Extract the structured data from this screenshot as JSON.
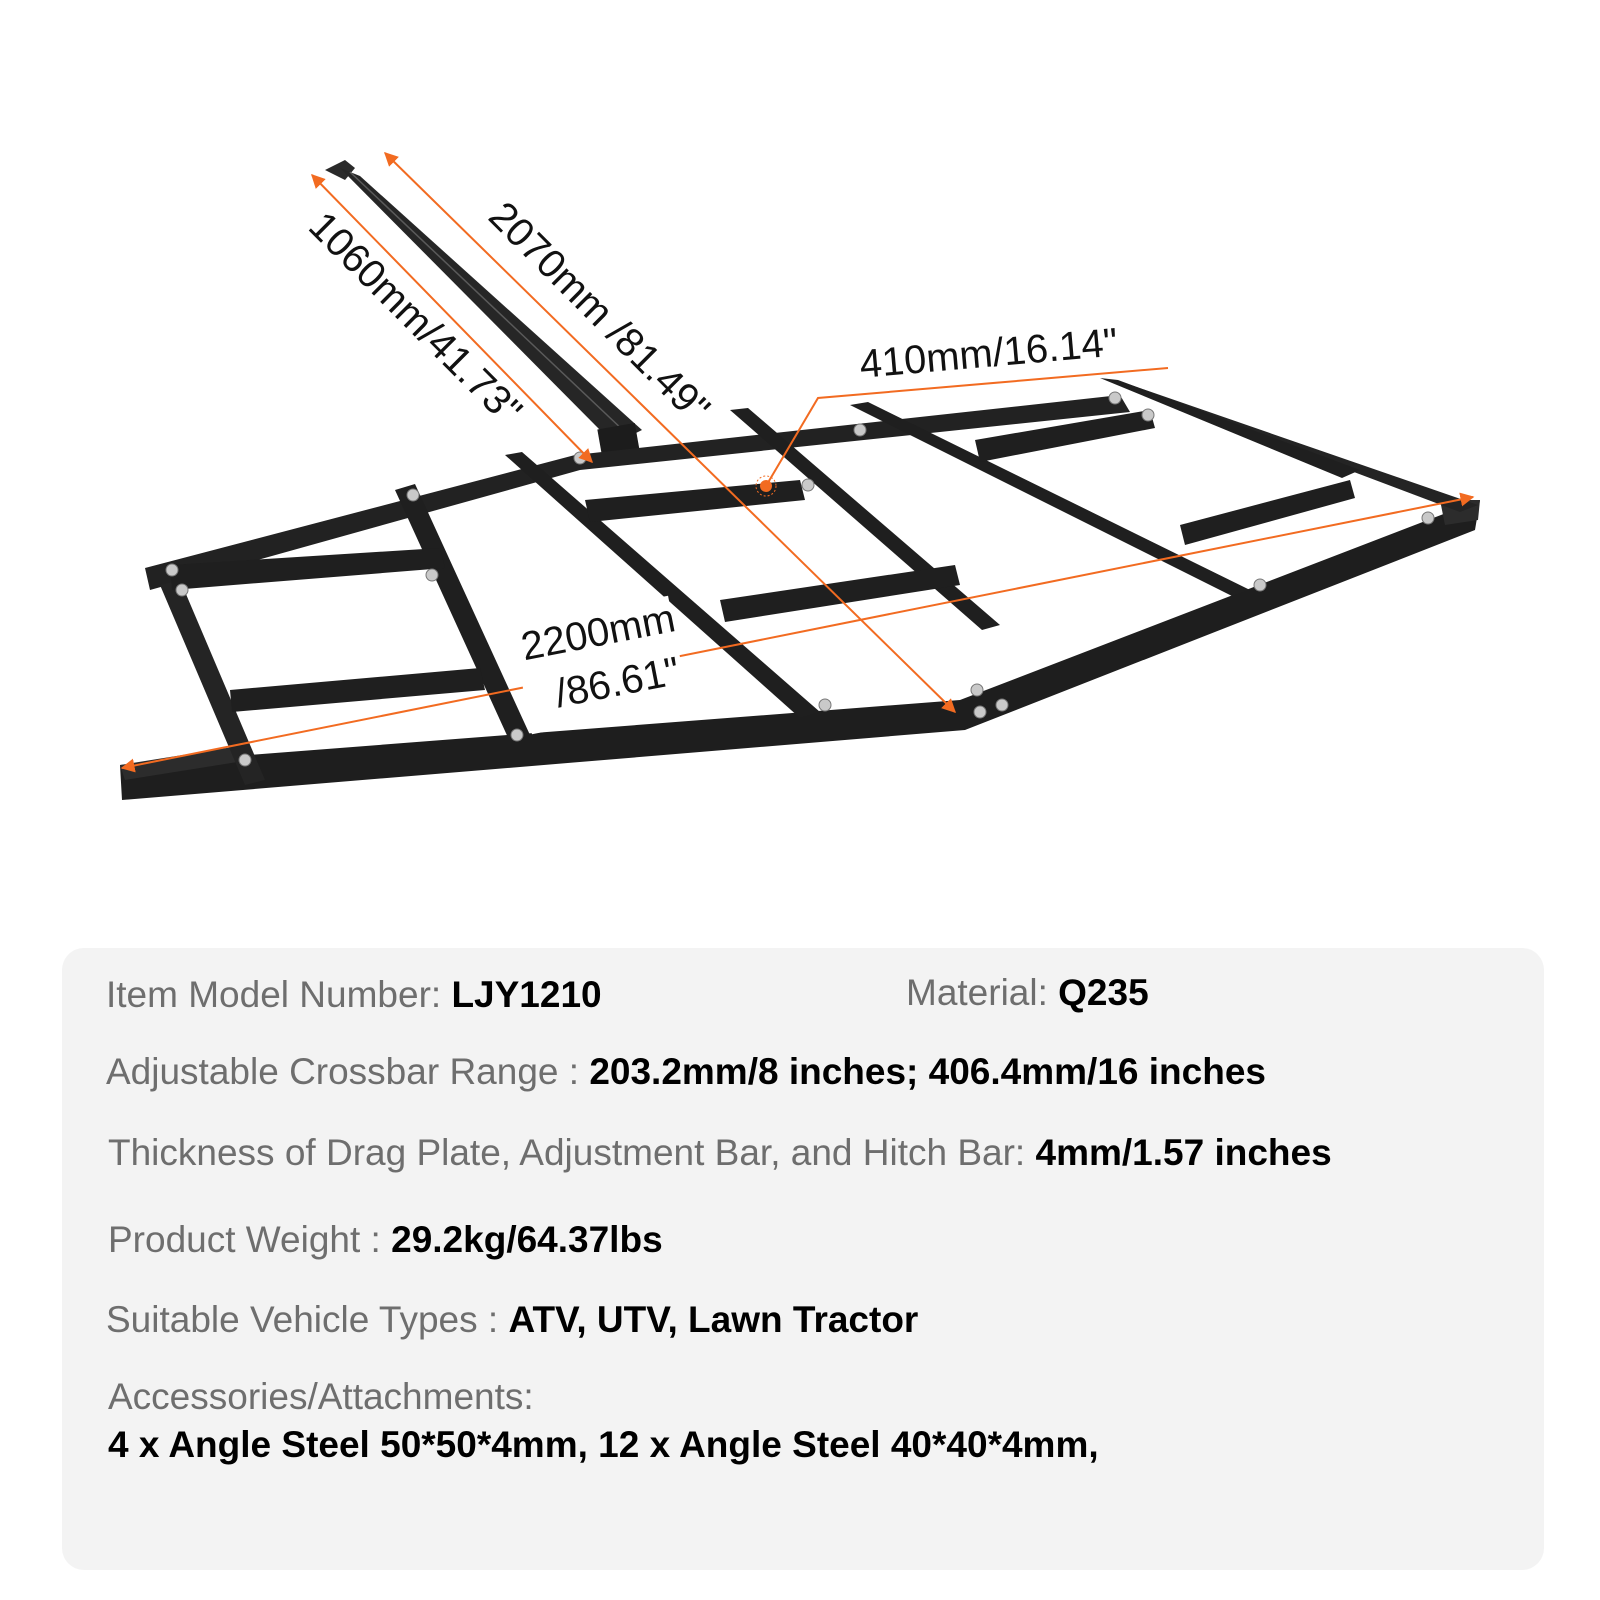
{
  "diagram": {
    "subject": "Drag harrow / tow-behind landscape rake frame with hitch bar",
    "accent_color": "#f26b21",
    "frame_color": "#1f1f1f",
    "dimensions": {
      "hitch_bar_length": "1060mm/41.73\"",
      "overall_length": "2070mm /81.49\"",
      "crossbar_spacing": "410mm/16.14\"",
      "width_line1": "2200mm",
      "width_line2": "/86.61\""
    }
  },
  "specs": {
    "model": {
      "label": "Item Model Number: ",
      "value": "LJY1210"
    },
    "material": {
      "label": "Material: ",
      "value": "Q235"
    },
    "crossbar_range": {
      "label": "Adjustable Crossbar Range : ",
      "value": "203.2mm/8 inches; 406.4mm/16 inches"
    },
    "thickness": {
      "label": "Thickness of Drag Plate, Adjustment Bar, and Hitch Bar: ",
      "value": "4mm/1.57 inches"
    },
    "weight": {
      "label": "Product Weight : ",
      "value": "29.2kg/64.37lbs"
    },
    "vehicles": {
      "label": "Suitable Vehicle Types : ",
      "value": "ATV, UTV, Lawn Tractor"
    },
    "accessories": {
      "label": "Accessories/Attachments:",
      "value": "4 x Angle Steel 50*50*4mm, 12 x Angle Steel 40*40*4mm,"
    }
  },
  "colors": {
    "panel_bg": "#f3f3f3",
    "label_gray": "#6e6e6e",
    "value_black": "#000000"
  }
}
